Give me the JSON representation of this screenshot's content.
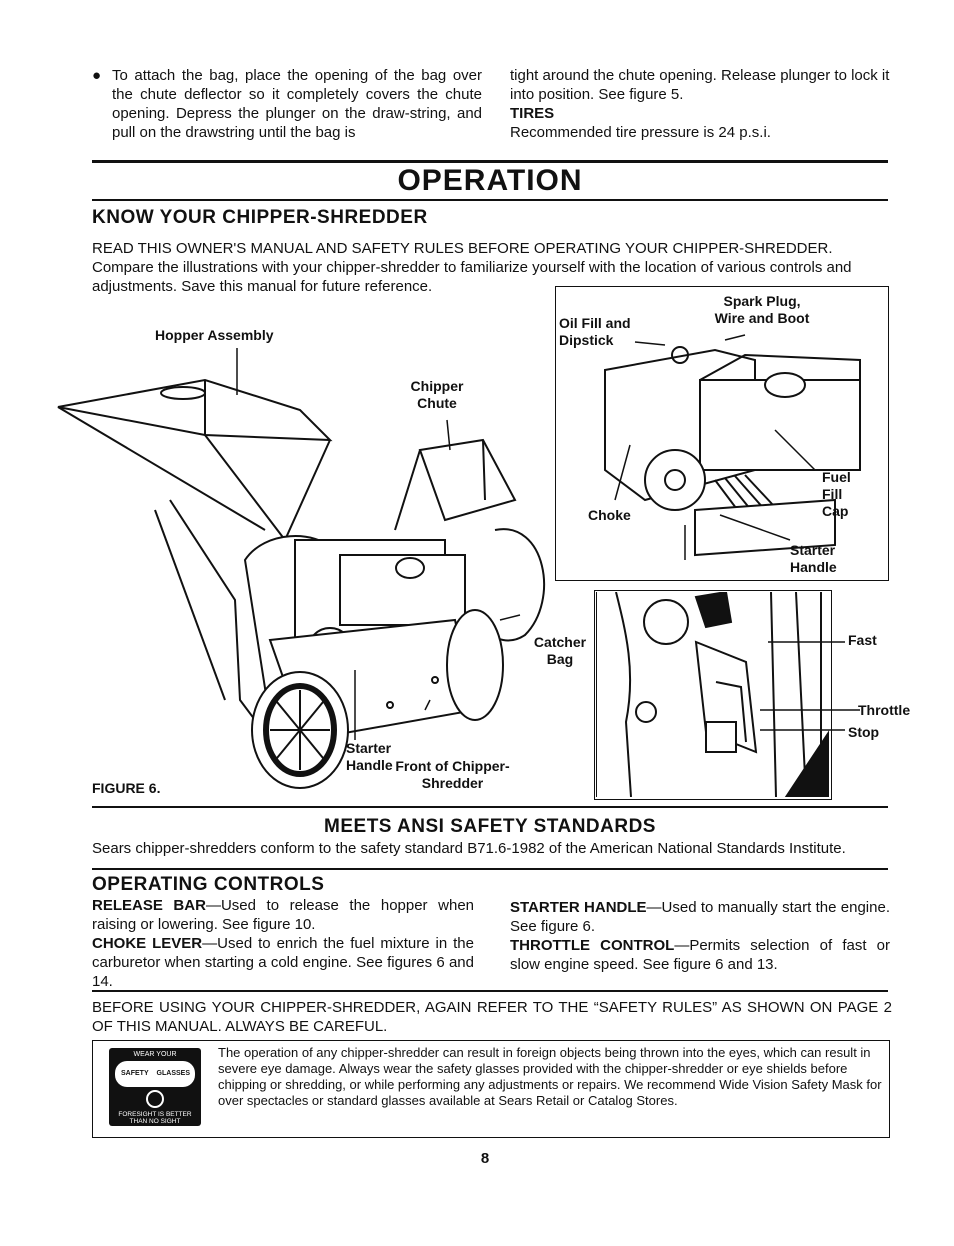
{
  "intro": {
    "bullet_text": "To attach the bag, place the opening of the bag over the chute deflector so it completely covers the chute opening. Depress the plunger on the draw-string, and pull on the drawstring until the bag is",
    "continued_text": "tight around the chute opening. Release plunger to lock it into position. See figure 5.",
    "tires_heading": "TIRES",
    "tires_text": "Recommended tire pressure is 24 p.s.i."
  },
  "section_title": "OPERATION",
  "know": {
    "heading": "KNOW YOUR CHIPPER-SHREDDER",
    "line1": "READ THIS OWNER'S MANUAL AND SAFETY RULES BEFORE OPERATING YOUR CHIPPER-SHREDDER.",
    "line2": "Compare the illustrations with your chipper-shredder to familiarize yourself with the location of various controls and adjustments. Save this manual for future reference."
  },
  "figure": {
    "label": "FIGURE 6.",
    "hopper_assembly": "Hopper Assembly",
    "chipper_chute": "Chipper Chute",
    "catcher_bag": "Catcher Bag",
    "starter_handle": "Starter Handle",
    "front_of": "Front of Chipper-Shredder",
    "oil_fill": "Oil Fill and Dipstick",
    "spark_plug": "Spark Plug, Wire and Boot",
    "choke": "Choke",
    "fuel_fill_cap": "Fuel Fill Cap",
    "starter_handle_2": "Starter Handle",
    "fast": "Fast",
    "throttle": "Throttle",
    "stop": "Stop"
  },
  "ansi": {
    "heading": "MEETS ANSI SAFETY STANDARDS",
    "text": "Sears chipper-shredders conform to the safety standard B71.6-1982 of the American National Standards Institute."
  },
  "controls": {
    "heading": "OPERATING CONTROLS",
    "release_term": "RELEASE BAR",
    "release_text": "—Used to release the hopper when raising or lowering. See figure 10.",
    "choke_term": "CHOKE LEVER",
    "choke_text": "—Used to enrich the fuel mixture in the carburetor when starting a cold engine. See figures 6 and 14.",
    "starter_term": "STARTER HANDLE",
    "starter_text": "—Used to manually start the engine. See figure 6.",
    "throttle_term": "THROTTLE CONTROL",
    "throttle_text": "—Permits selection of fast or slow engine speed. See figure 6 and 13."
  },
  "before_using": "BEFORE USING YOUR CHIPPER-SHREDDER, AGAIN REFER TO THE “SAFETY RULES” AS SHOWN ON PAGE 2 OF THIS MANUAL. ALWAYS BE CAREFUL.",
  "safety_box": {
    "badge_top": "WEAR YOUR",
    "badge_mid_left": "SAFETY",
    "badge_mid_right": "GLASSES",
    "badge_bottom1": "FORESIGHT IS BETTER",
    "badge_bottom2": "THAN NO SIGHT",
    "text": "The operation of any chipper-shredder can result in foreign objects being thrown into the eyes, which can result in severe eye damage. Always wear the safety glasses provided with the chipper-shredder or eye shields before chipping or shredding, or while performing any adjustments or repairs. We recommend Wide Vision Safety Mask for over spectacles or standard glasses available at Sears Retail or Catalog Stores."
  },
  "page_number": "8"
}
